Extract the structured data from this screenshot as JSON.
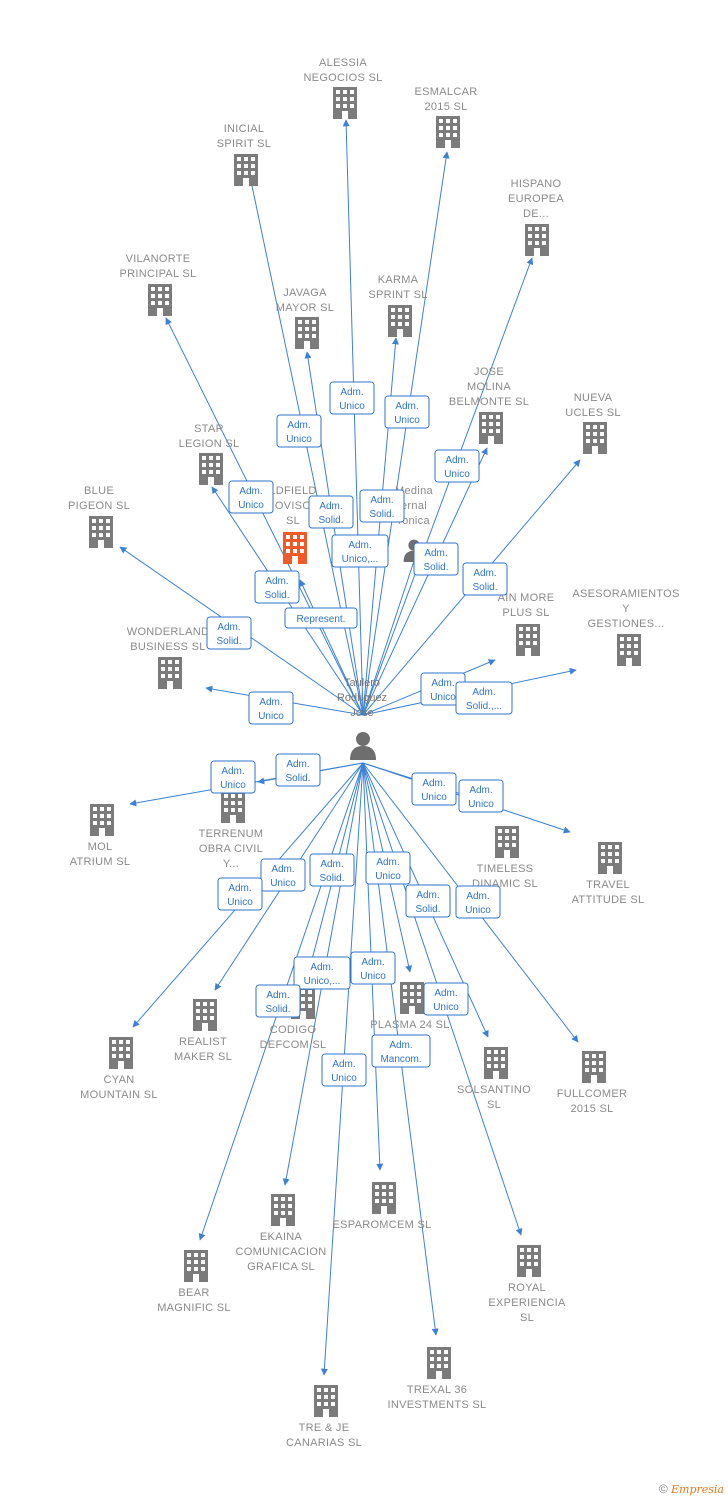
{
  "center": {
    "label_lines": [
      "Taulero",
      "Rodriguez",
      "Jose"
    ]
  },
  "nodes": [
    {
      "id": "alessia",
      "lines": [
        "ALESSIA",
        "NEGOCIOS  SL"
      ],
      "kind": "company"
    },
    {
      "id": "esmalcar",
      "lines": [
        "ESMALCAR",
        "2015  SL"
      ],
      "kind": "company"
    },
    {
      "id": "inicial",
      "lines": [
        "INICIAL",
        "SPIRIT  SL"
      ],
      "kind": "company"
    },
    {
      "id": "hispano",
      "lines": [
        "HISPANO",
        "EUROPEA",
        "DE..."
      ],
      "kind": "company"
    },
    {
      "id": "vilanorte",
      "lines": [
        "VILANORTE",
        "PRINCIPAL  SL"
      ],
      "kind": "company"
    },
    {
      "id": "javaga",
      "lines": [
        "JAVAGA",
        "MAYOR  SL"
      ],
      "kind": "company"
    },
    {
      "id": "karma",
      "lines": [
        "KARMA",
        "SPRINT  SL"
      ],
      "kind": "company"
    },
    {
      "id": "josemolina",
      "lines": [
        "JOSE",
        "MOLINA",
        "BELMONTE  SL"
      ],
      "kind": "company"
    },
    {
      "id": "nueva",
      "lines": [
        "NUEVA",
        "UCLES  SL"
      ],
      "kind": "company"
    },
    {
      "id": "star",
      "lines": [
        "STAR",
        "LEGION  SL"
      ],
      "kind": "company"
    },
    {
      "id": "goldfield",
      "lines": [
        "LDFIELD",
        "OVISO",
        "SL"
      ],
      "kind": "company-highlight"
    },
    {
      "id": "medina",
      "lines": [
        "Medina",
        "ernal",
        "ronica"
      ],
      "kind": "person"
    },
    {
      "id": "blue",
      "lines": [
        "BLUE",
        "PIGEON  SL"
      ],
      "kind": "company"
    },
    {
      "id": "mainmore",
      "lines": [
        "AIN MORE",
        "PLUS  SL"
      ],
      "kind": "company"
    },
    {
      "id": "asesoramientos",
      "lines": [
        "ASESORAMIENTOS",
        "Y",
        "GESTIONES..."
      ],
      "kind": "company"
    },
    {
      "id": "wonderland",
      "lines": [
        "WONDERLAND",
        "BUSINESS  SL"
      ],
      "kind": "company"
    },
    {
      "id": "mol",
      "lines": [
        "MOL",
        "ATRIUM  SL"
      ],
      "kind": "company"
    },
    {
      "id": "terrenum",
      "lines": [
        "TERRENUM",
        "OBRA CIVIL",
        "Y..."
      ],
      "kind": "company"
    },
    {
      "id": "timeless",
      "lines": [
        "TIMELESS",
        "DINAMIC  SL"
      ],
      "kind": "company"
    },
    {
      "id": "travel",
      "lines": [
        "TRAVEL",
        "ATTITUDE  SL"
      ],
      "kind": "company"
    },
    {
      "id": "realist",
      "lines": [
        "REALIST",
        "MAKER  SL"
      ],
      "kind": "company"
    },
    {
      "id": "codigo",
      "lines": [
        "CODIGO",
        "DEFCOM  SL"
      ],
      "kind": "company"
    },
    {
      "id": "plasma",
      "lines": [
        "PLASMA 24 SL"
      ],
      "kind": "company"
    },
    {
      "id": "cyan",
      "lines": [
        "CYAN",
        "MOUNTAIN  SL"
      ],
      "kind": "company"
    },
    {
      "id": "solsantino",
      "lines": [
        "SOLSANTINO",
        "SL"
      ],
      "kind": "company"
    },
    {
      "id": "fullcomer",
      "lines": [
        "FULLCOMER",
        "2015  SL"
      ],
      "kind": "company"
    },
    {
      "id": "ekaina",
      "lines": [
        "EKAINA",
        "COMUNICACION",
        "GRAFICA  SL"
      ],
      "kind": "company"
    },
    {
      "id": "esparomcem",
      "lines": [
        "ESPAROMCEM SL"
      ],
      "kind": "company"
    },
    {
      "id": "bear",
      "lines": [
        "BEAR",
        "MAGNIFIC  SL"
      ],
      "kind": "company"
    },
    {
      "id": "royal",
      "lines": [
        "ROYAL",
        "EXPERIENCIA",
        "SL"
      ],
      "kind": "company"
    },
    {
      "id": "trexal",
      "lines": [
        "TREXAL 36",
        "INVESTMENTS SL"
      ],
      "kind": "company"
    },
    {
      "id": "treje",
      "lines": [
        "TRE & JE",
        "CANARIAS  SL"
      ],
      "kind": "company"
    }
  ],
  "edge_labels": [
    {
      "lines": [
        "Adm.",
        "Unico"
      ]
    },
    {
      "lines": [
        "Adm.",
        "Unico"
      ]
    },
    {
      "lines": [
        "Adm.",
        "Unico"
      ]
    },
    {
      "lines": [
        "Adm.",
        "Unico"
      ]
    },
    {
      "lines": [
        "Adm.",
        "Unico"
      ]
    },
    {
      "lines": [
        "Adm.",
        "Solid."
      ]
    },
    {
      "lines": [
        "Adm.",
        "Solid."
      ]
    },
    {
      "lines": [
        "Adm.",
        "Unico,..."
      ]
    },
    {
      "lines": [
        "Adm.",
        "Solid."
      ]
    },
    {
      "lines": [
        "Adm.",
        "Solid."
      ]
    },
    {
      "lines": [
        "Represent."
      ]
    },
    {
      "lines": [
        "Adm.",
        "Solid."
      ]
    },
    {
      "lines": [
        "Adm.",
        "Solid."
      ]
    },
    {
      "lines": [
        "Adm.",
        "Unico"
      ]
    },
    {
      "lines": [
        "Adm.",
        "Solid.,..."
      ]
    },
    {
      "lines": [
        "Adm.",
        "Unico"
      ]
    },
    {
      "lines": [
        "Adm.",
        "Solid."
      ]
    },
    {
      "lines": [
        "Adm.",
        "Unico"
      ]
    },
    {
      "lines": [
        "Adm.",
        "Unico"
      ]
    },
    {
      "lines": [
        "Adm.",
        "Unico"
      ]
    },
    {
      "lines": [
        "Adm.",
        "Unico"
      ]
    },
    {
      "lines": [
        "Adm.",
        "Solid."
      ]
    },
    {
      "lines": [
        "Adm.",
        "Unico"
      ]
    },
    {
      "lines": [
        "Adm.",
        "Unico"
      ]
    },
    {
      "lines": [
        "Adm.",
        "Solid."
      ]
    },
    {
      "lines": [
        "Adm.",
        "Unico"
      ]
    },
    {
      "lines": [
        "Adm.",
        "Unico,..."
      ]
    },
    {
      "lines": [
        "Adm.",
        "Unico"
      ]
    },
    {
      "lines": [
        "Adm.",
        "Solid."
      ]
    },
    {
      "lines": [
        "Adm.",
        "Unico"
      ]
    },
    {
      "lines": [
        "Adm.",
        "Mancom."
      ]
    },
    {
      "lines": [
        "Adm.",
        "Unico"
      ]
    }
  ],
  "colors": {
    "edge": "#3b82d6",
    "building": "#7b7b7b",
    "building_highlight": "#f05a28",
    "person": "#6e6e6e"
  },
  "footer": {
    "copyright_symbol": "©",
    "brand": "Empresia"
  }
}
